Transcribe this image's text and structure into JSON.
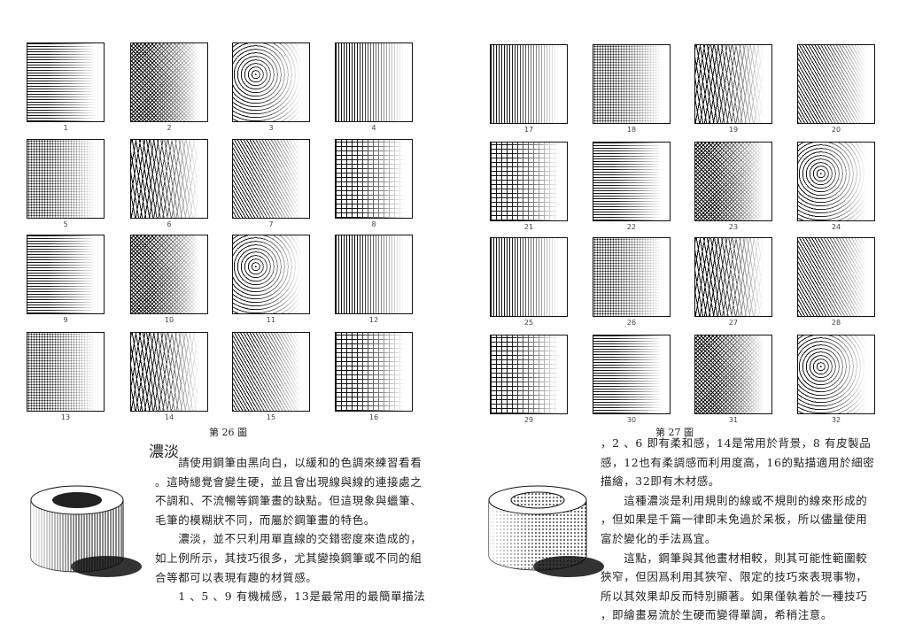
{
  "left_page": {
    "swatches": [
      "1",
      "2",
      "3",
      "4",
      "5",
      "6",
      "7",
      "8",
      "9",
      "10",
      "11",
      "12",
      "13",
      "14",
      "15",
      "16"
    ],
    "figure_caption": "第 26 圖",
    "heading": "濃淡",
    "body_lines": [
      "　　請使用鋼筆由黑向白，以緩和的色調來練習看看",
      "。這時總覺會變生硬，並且會出現線與線的連接處之",
      "不調和、不流暢等鋼筆畫的缺點。但這現象與蠟筆、",
      "毛筆的模糊狀不同，而屬於鋼筆畫的特色。",
      "　　濃淡，並不只利用單直線的交錯密度來造成的，",
      "如上例所示，其技巧很多，尤其變換鋼筆或不同的組",
      "合等都可以表現有趣的材質感。",
      "　　1 、5 、9 有機械感，13是最常用的最簡單描法"
    ]
  },
  "right_page": {
    "swatches": [
      "17",
      "18",
      "19",
      "20",
      "21",
      "22",
      "23",
      "24",
      "25",
      "26",
      "27",
      "28",
      "29",
      "30",
      "31",
      "32"
    ],
    "figure_caption": "第 27 圖",
    "body_lines": [
      "，2 、6 即有柔和感，14是常用於背景，8 有皮製品",
      "感，12也有柔調感而利用度高，16的點描適用於細密",
      "描繪，32即有木材感。",
      "　　這種濃淡是利用規則的線或不規則的線來形成的",
      "，但如果是千篇一律即未免過於呆板，所以儘量使用",
      "富於變化的手法爲宜。",
      "　　這點，鋼筆與其他畫材相較，則其可能性範圍較",
      "狹窄，但因爲利用其狹窄、限定的技巧來表現事物，",
      "所以其效果却反而特別顯著。如果僅執着於一種技巧",
      "，即繪畫易流於生硬而變得單調，希稍注意。"
    ]
  }
}
